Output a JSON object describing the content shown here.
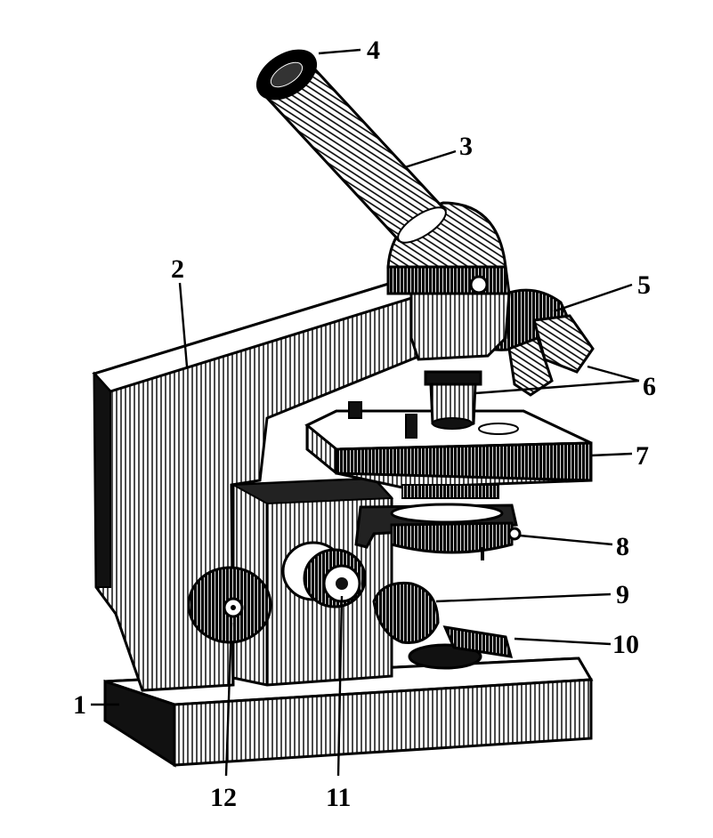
{
  "diagram": {
    "labels": [
      "1",
      "2",
      "3",
      "4",
      "5",
      "6",
      "7",
      "8",
      "9",
      "10",
      "11",
      "12"
    ]
  },
  "colors": {
    "ink": "#000000",
    "paper": "#ffffff"
  }
}
